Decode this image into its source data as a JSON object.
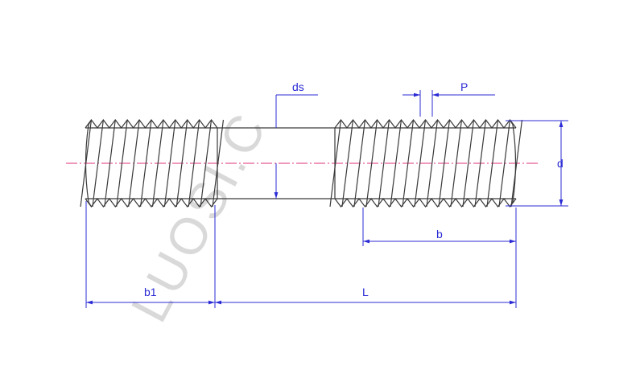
{
  "colors": {
    "outline": "#3a3a3a",
    "dimension": "#2b2bd6",
    "centerline": "#e0307a",
    "watermark": "#d9d9d9"
  },
  "labels": {
    "ds": "ds",
    "P": "P",
    "d": "d",
    "b": "b",
    "b1": "b1",
    "L": "L"
  },
  "watermark": "LUOSI.C"
}
